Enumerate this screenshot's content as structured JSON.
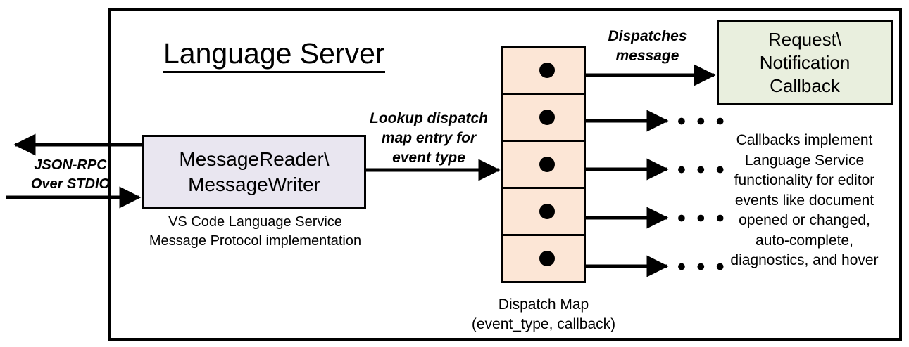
{
  "diagram": {
    "title": "Language Server",
    "frame_color": "#000000",
    "background": "#ffffff"
  },
  "message_node": {
    "label_line1": "MessageReader\\",
    "label_line2": "MessageWriter",
    "fill": "#E9E6F0",
    "caption_line1": "VS Code Language Service",
    "caption_line2": "Message Protocol implementation"
  },
  "protocol": {
    "label_line1": "JSON-RPC",
    "label_line2": "Over STDIO"
  },
  "edges": {
    "lookup_line1": "Lookup dispatch",
    "lookup_line2": "map entry for",
    "lookup_line3": "event type",
    "dispatch_line1": "Dispatches",
    "dispatch_line2": "message",
    "ellipsis": "• • •"
  },
  "dispatch_map": {
    "fill": "#FCE6D6",
    "caption_line1": "Dispatch Map",
    "caption_line2": "(event_type, callback)",
    "rows": [
      {
        "index": 1,
        "dot": true
      },
      {
        "index": 2,
        "dot": true
      },
      {
        "index": 3,
        "dot": true
      },
      {
        "index": 4,
        "dot": true
      },
      {
        "index": 5,
        "dot": true
      }
    ]
  },
  "callback_node": {
    "fill": "#E9EFDE",
    "label_line1": "Request\\",
    "label_line2": "Notification",
    "label_line3": "Callback",
    "caption_line1": "Callbacks implement",
    "caption_line2": "Language Service",
    "caption_line3": "functionality for editor",
    "caption_line4": "events like document",
    "caption_line5": "opened or changed,",
    "caption_line6": "auto-complete,",
    "caption_line7": "diagnostics, and hover"
  }
}
